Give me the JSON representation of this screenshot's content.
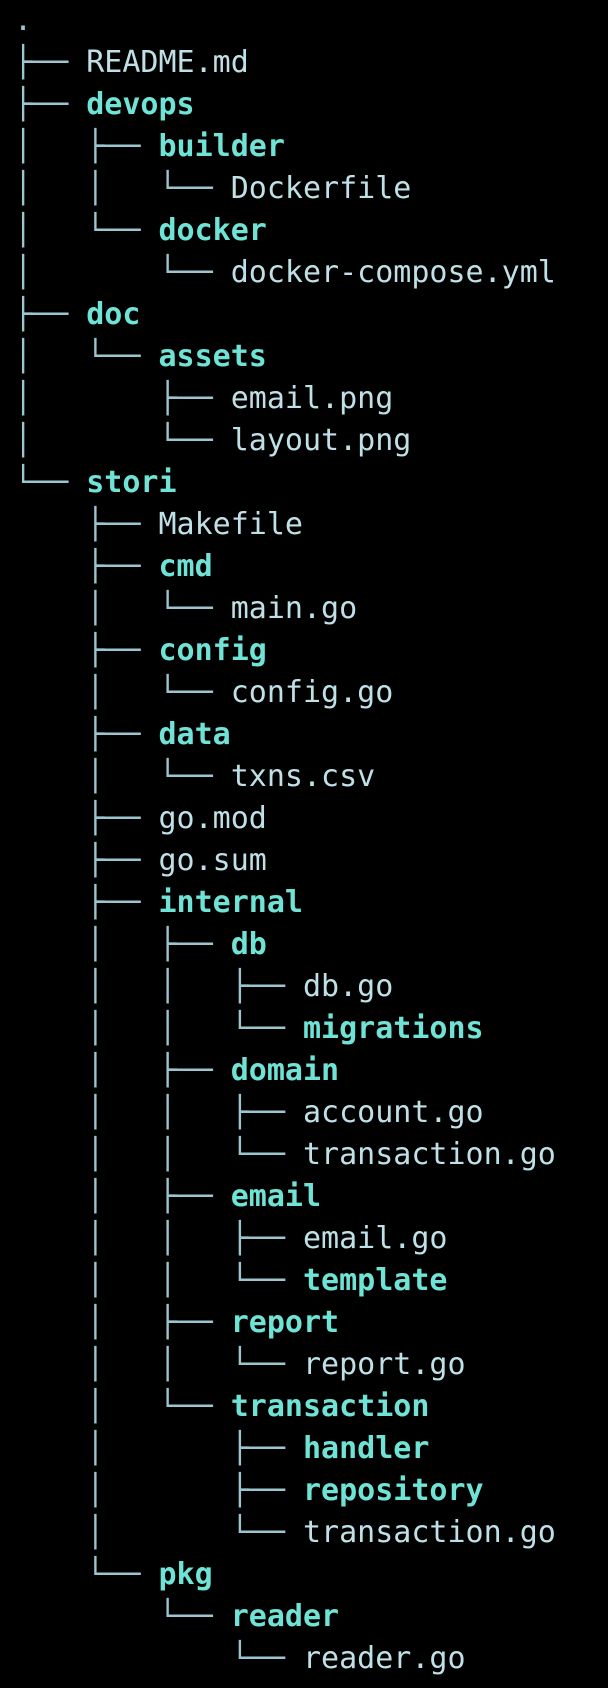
{
  "theme": {
    "background": "#000000",
    "dir_color": "#6fe3d6",
    "file_color": "#bfe0e6",
    "tree_color": "#9bc6cf"
  },
  "tree": [
    {
      "prefix": ".",
      "name": "",
      "type": "root"
    },
    {
      "prefix": "├── ",
      "name": "README.md",
      "type": "file"
    },
    {
      "prefix": "├── ",
      "name": "devops",
      "type": "dir"
    },
    {
      "prefix": "│   ├── ",
      "name": "builder",
      "type": "dir"
    },
    {
      "prefix": "│   │   └── ",
      "name": "Dockerfile",
      "type": "file"
    },
    {
      "prefix": "│   └── ",
      "name": "docker",
      "type": "dir"
    },
    {
      "prefix": "│       └── ",
      "name": "docker-compose.yml",
      "type": "file"
    },
    {
      "prefix": "├── ",
      "name": "doc",
      "type": "dir"
    },
    {
      "prefix": "│   └── ",
      "name": "assets",
      "type": "dir"
    },
    {
      "prefix": "│       ├── ",
      "name": "email.png",
      "type": "file"
    },
    {
      "prefix": "│       └── ",
      "name": "layout.png",
      "type": "file"
    },
    {
      "prefix": "└── ",
      "name": "stori",
      "type": "dir"
    },
    {
      "prefix": "    ├── ",
      "name": "Makefile",
      "type": "file"
    },
    {
      "prefix": "    ├── ",
      "name": "cmd",
      "type": "dir"
    },
    {
      "prefix": "    │   └── ",
      "name": "main.go",
      "type": "file"
    },
    {
      "prefix": "    ├── ",
      "name": "config",
      "type": "dir"
    },
    {
      "prefix": "    │   └── ",
      "name": "config.go",
      "type": "file"
    },
    {
      "prefix": "    ├── ",
      "name": "data",
      "type": "dir"
    },
    {
      "prefix": "    │   └── ",
      "name": "txns.csv",
      "type": "file"
    },
    {
      "prefix": "    ├── ",
      "name": "go.mod",
      "type": "file"
    },
    {
      "prefix": "    ├── ",
      "name": "go.sum",
      "type": "file"
    },
    {
      "prefix": "    ├── ",
      "name": "internal",
      "type": "dir"
    },
    {
      "prefix": "    │   ├── ",
      "name": "db",
      "type": "dir"
    },
    {
      "prefix": "    │   │   ├── ",
      "name": "db.go",
      "type": "file"
    },
    {
      "prefix": "    │   │   └── ",
      "name": "migrations",
      "type": "dir"
    },
    {
      "prefix": "    │   ├── ",
      "name": "domain",
      "type": "dir"
    },
    {
      "prefix": "    │   │   ├── ",
      "name": "account.go",
      "type": "file"
    },
    {
      "prefix": "    │   │   └── ",
      "name": "transaction.go",
      "type": "file"
    },
    {
      "prefix": "    │   ├── ",
      "name": "email",
      "type": "dir"
    },
    {
      "prefix": "    │   │   ├── ",
      "name": "email.go",
      "type": "file"
    },
    {
      "prefix": "    │   │   └── ",
      "name": "template",
      "type": "dir"
    },
    {
      "prefix": "    │   ├── ",
      "name": "report",
      "type": "dir"
    },
    {
      "prefix": "    │   │   └── ",
      "name": "report.go",
      "type": "file"
    },
    {
      "prefix": "    │   └── ",
      "name": "transaction",
      "type": "dir"
    },
    {
      "prefix": "    │       ├── ",
      "name": "handler",
      "type": "dir"
    },
    {
      "prefix": "    │       ├── ",
      "name": "repository",
      "type": "dir"
    },
    {
      "prefix": "    │       └── ",
      "name": "transaction.go",
      "type": "file"
    },
    {
      "prefix": "    └── ",
      "name": "pkg",
      "type": "dir"
    },
    {
      "prefix": "        └── ",
      "name": "reader",
      "type": "dir"
    },
    {
      "prefix": "            └── ",
      "name": "reader.go",
      "type": "file"
    }
  ]
}
